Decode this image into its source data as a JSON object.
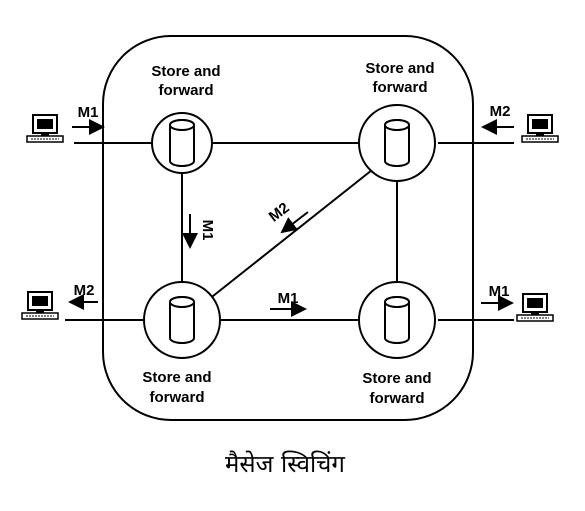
{
  "diagram": {
    "caption": "मैसेज स्विचिंग",
    "nodes": [
      {
        "id": "top-left",
        "label_line1": "Store and",
        "label_line2": "forward"
      },
      {
        "id": "top-right",
        "label_line1": "Store and",
        "label_line2": "forward"
      },
      {
        "id": "bottom-left",
        "label_line1": "Store and",
        "label_line2": "forward"
      },
      {
        "id": "bottom-right",
        "label_line1": "Store and",
        "label_line2": "forward"
      }
    ],
    "messages": {
      "top_left_in": "M1",
      "top_right_in": "M2",
      "vertical_left": "M1",
      "diagonal": "M2",
      "bottom_left_out": "M2",
      "bottom_middle": "M1",
      "bottom_right_out": "M1"
    },
    "computers": [
      "top-left-computer",
      "top-right-computer",
      "bottom-left-computer",
      "bottom-right-computer"
    ]
  }
}
